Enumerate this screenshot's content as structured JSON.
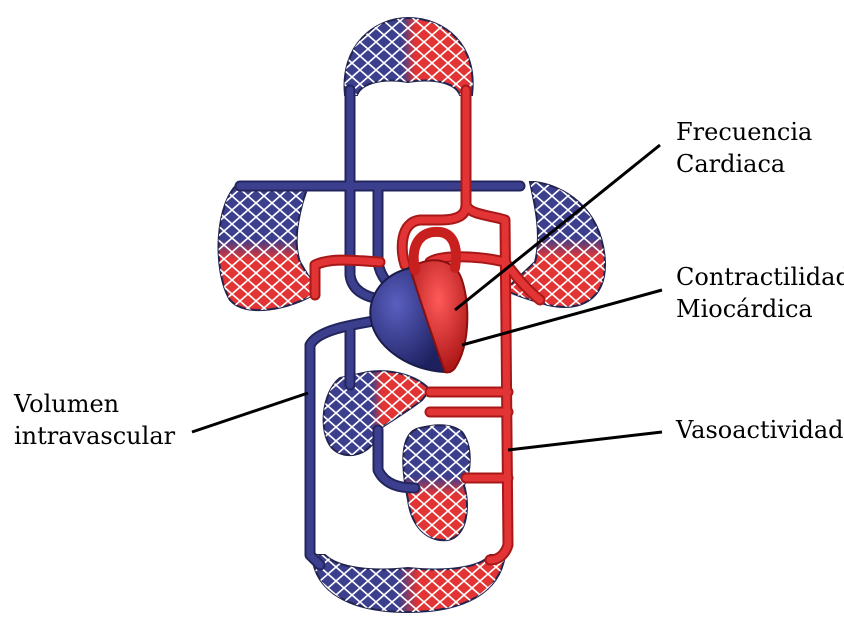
{
  "labels": {
    "heart_rate": [
      "Frecuencia",
      "Cardiaca"
    ],
    "contractility": [
      "Contractilidad",
      "Miocárdica"
    ],
    "volume": [
      "Volumen",
      "intravascular"
    ],
    "vasoactivity": "Vasoactividad"
  },
  "colors": {
    "arterial": "#e23434",
    "arterial_dark": "#b01a1a",
    "venous": "#3c3f8e",
    "venous_dark": "#23265e",
    "background": "#ffffff",
    "text": "#000000"
  }
}
